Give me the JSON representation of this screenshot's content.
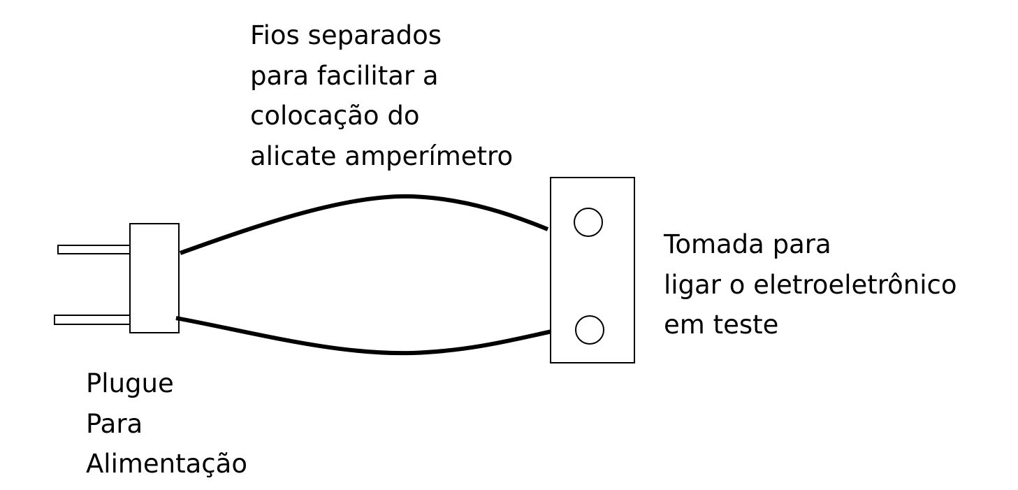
{
  "labels": {
    "wires": {
      "lines": [
        "Fios separados",
        "para facilitar a",
        "colocação do",
        "alicate amperímetro"
      ]
    },
    "socket": {
      "lines": [
        "Tomada para",
        "ligar o eletroeletrônico",
        "em teste"
      ]
    },
    "plug": {
      "lines": [
        "Plugue",
        "Para",
        "Alimentação"
      ]
    }
  },
  "colors": {
    "stroke": "#000000",
    "background": "#ffffff"
  }
}
